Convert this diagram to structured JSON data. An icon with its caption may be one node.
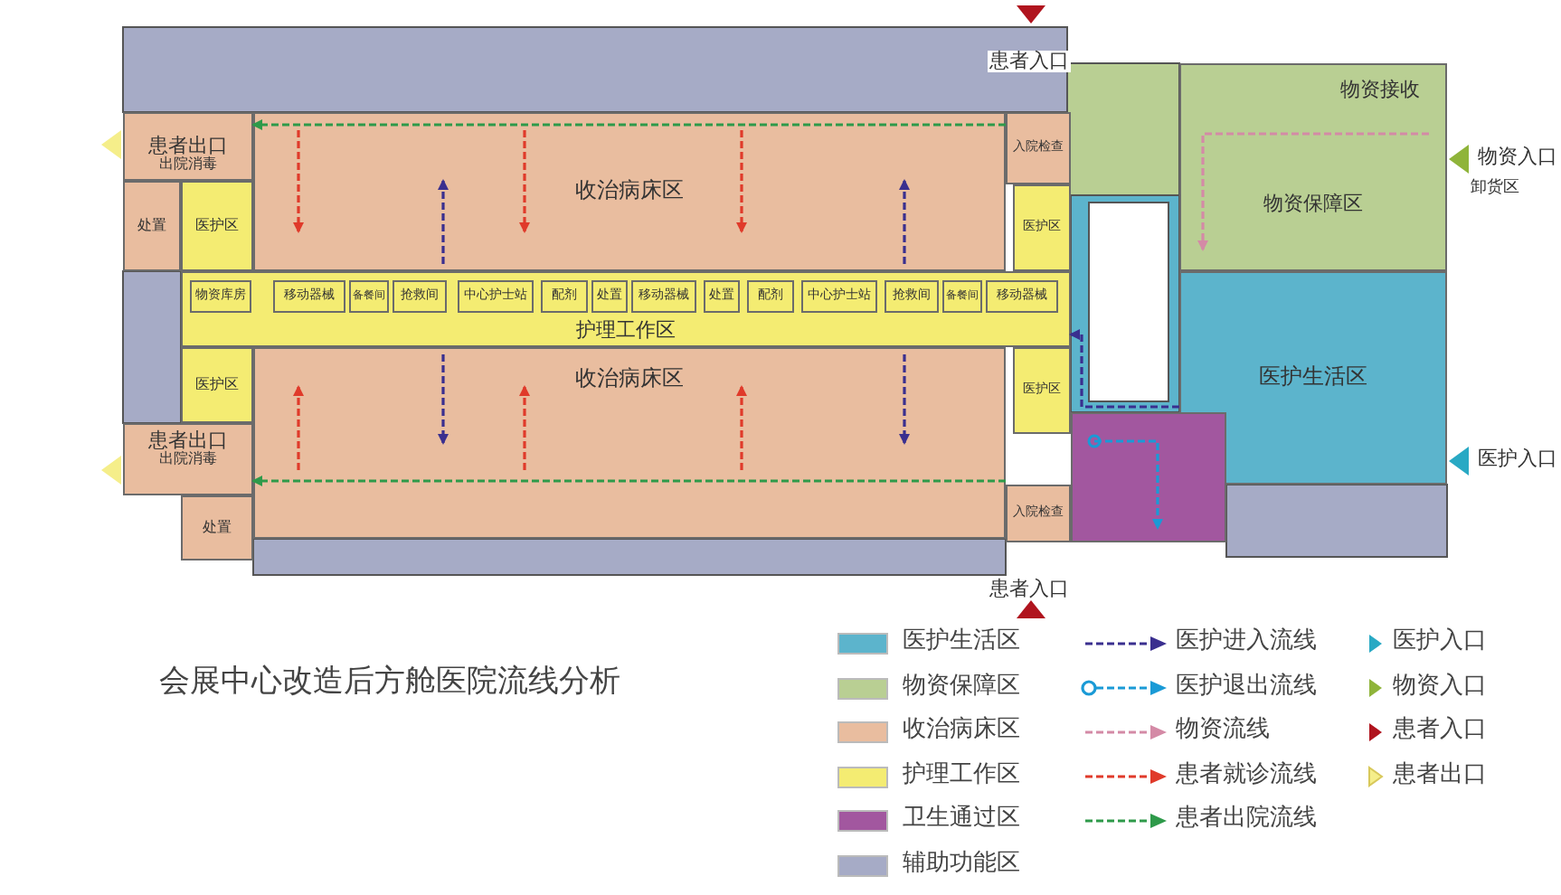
{
  "diagram": {
    "title": "会展中心改造后方舱医院流线分析",
    "nodes": [
      {
        "text": [
          "患者出口",
          "出院消毒"
        ]
      },
      {
        "text": [
          "处置"
        ]
      },
      {
        "text": [
          "医护区"
        ]
      },
      {
        "text": [
          "收治病床区"
        ]
      },
      {
        "text": [
          "入院检查"
        ]
      },
      {
        "text": [
          "医护区"
        ]
      },
      {
        "text": [
          "护理工作区"
        ]
      },
      {
        "text": [
          "物资库房"
        ],
        "in": 6
      },
      {
        "text": [
          "移动器械"
        ],
        "in": 6
      },
      {
        "text": [
          "备餐间"
        ],
        "in": 6
      },
      {
        "text": [
          "抢救间"
        ],
        "in": 6
      },
      {
        "text": [
          "中心护士站"
        ],
        "in": 6
      },
      {
        "text": [
          "配剂"
        ],
        "in": 6
      },
      {
        "text": [
          "处置"
        ],
        "in": 6
      },
      {
        "text": [
          "移动器械"
        ],
        "in": 6
      },
      {
        "text": [
          "处置"
        ],
        "in": 6
      },
      {
        "text": [
          "配剂"
        ],
        "in": 6
      },
      {
        "text": [
          "中心护士站"
        ],
        "in": 6
      },
      {
        "text": [
          "抢救间"
        ],
        "in": 6
      },
      {
        "text": [
          "备餐间"
        ],
        "in": 6
      },
      {
        "text": [
          "移动器械"
        ],
        "in": 6
      },
      {
        "text": [
          "医护区"
        ]
      },
      {
        "text": [
          "收治病床区"
        ]
      },
      {
        "text": [
          "医护区"
        ]
      },
      {
        "text": [
          "患者出口",
          "出院消毒"
        ]
      },
      {
        "text": [
          "处置"
        ]
      },
      {
        "text": [
          "入院检查"
        ]
      },
      {
        "text": [
          "物资接收",
          "物资保障区"
        ]
      },
      {
        "text": [
          "医护生活区"
        ]
      },
      {
        "text": [],
        "shape": "box"
      }
    ],
    "edges": [
      {
        "from": 3,
        "to": 0,
        "arrow": "to",
        "style": "dashed"
      },
      {
        "from": 22,
        "to": 24,
        "arrow": "to",
        "style": "dashed"
      },
      {
        "from": 28,
        "to": 6,
        "arrow": "to",
        "style": "dashed",
        "color": "#3a2f8f"
      }
    ],
    "labels": [
      "患者入口",
      "物资入口",
      "卸货区",
      "医护入口",
      "患者入口"
    ],
    "legend": [
      {
        "text": "医护生活区",
        "color": "#5cb4cc"
      },
      {
        "text": "物资保障区",
        "color": "#b9cf93"
      },
      {
        "text": "收治病床区",
        "color": "#e9bd9f"
      },
      {
        "text": "护理工作区",
        "color": "#f4ec72"
      },
      {
        "text": "卫生通过区",
        "color": "#a2579f"
      },
      {
        "text": "辅助功能区",
        "color": "#a6abc6"
      },
      {
        "text": "医护进入流线"
      },
      {
        "text": "医护退出流线"
      },
      {
        "text": "物资流线"
      },
      {
        "text": "患者就诊流线"
      },
      {
        "text": "患者出院流线"
      },
      {
        "text": "医护入口"
      },
      {
        "text": "物资入口"
      },
      {
        "text": "患者入口"
      },
      {
        "text": "患者出口"
      }
    ]
  }
}
